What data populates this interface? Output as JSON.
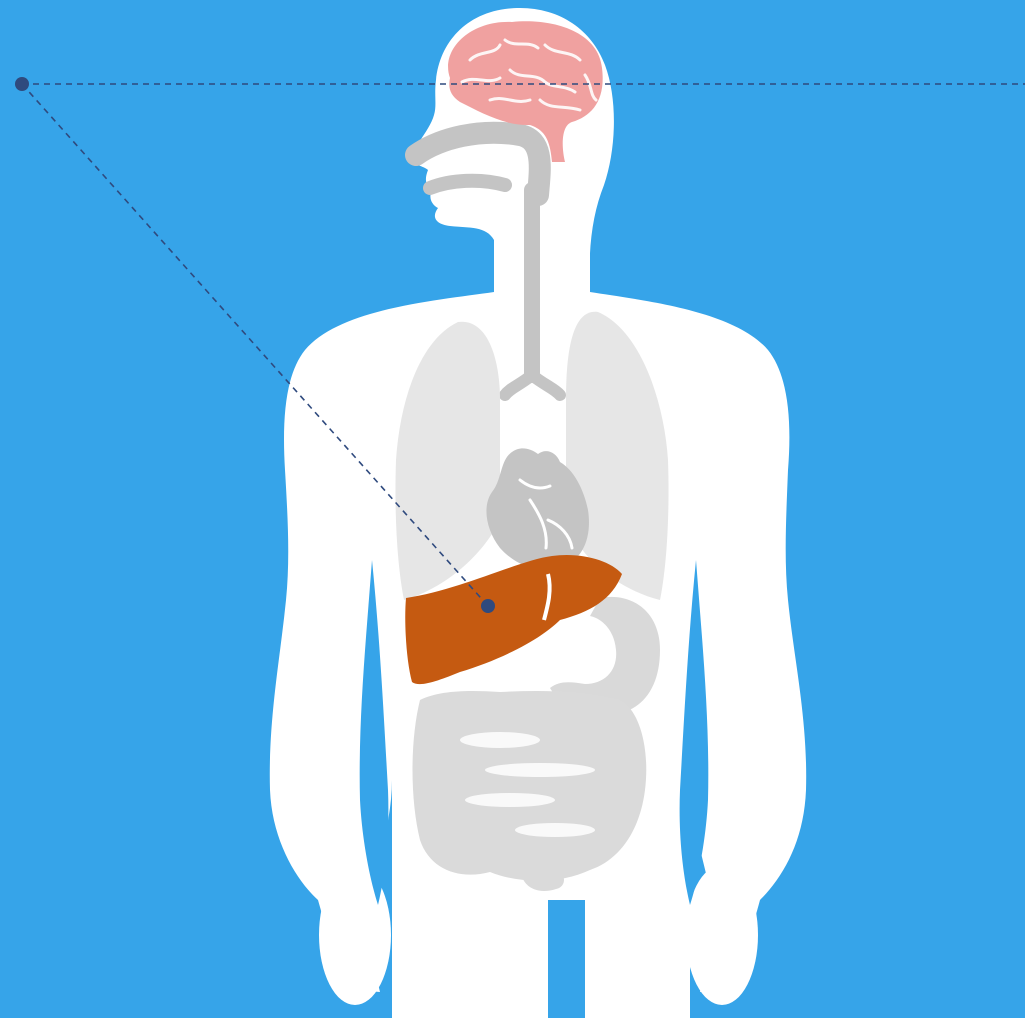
{
  "colors": {
    "background": "#36A4E9",
    "body": "#FFFFFF",
    "organ_gray": "#D9D9D9",
    "organ_gray_dark": "#C4C4C4",
    "lungs": "#E6E6E6",
    "brain": "#F0A1A0",
    "brain_lines": "#FFFFFF",
    "liver": "#C55A11",
    "pointer": "#2F4A7E"
  },
  "highlighted_organs": [
    {
      "name": "brain",
      "color": "#F0A1A0"
    },
    {
      "name": "liver",
      "color": "#C55A11"
    }
  ],
  "pointers": [
    {
      "from": "origin",
      "to": "brain",
      "style": "dashed"
    },
    {
      "from": "origin",
      "to": "liver",
      "style": "dashed"
    }
  ]
}
